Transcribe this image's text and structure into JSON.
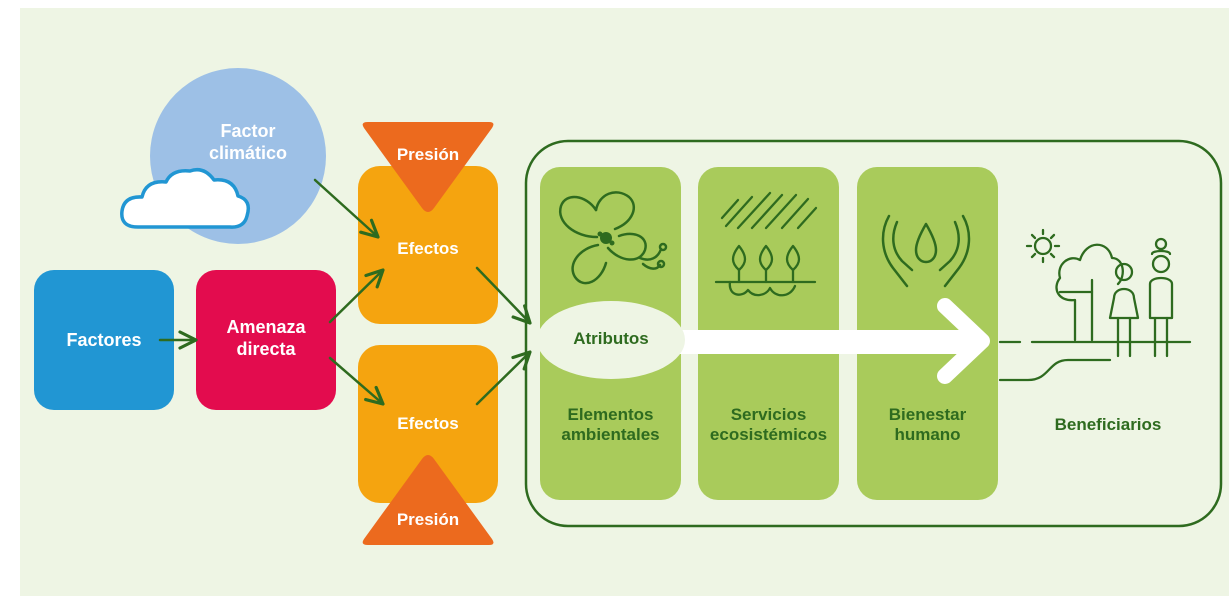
{
  "colors": {
    "background": "#eef5e4",
    "factores": "#2196d3",
    "amenaza": "#e30c4e",
    "efectos": "#f5a40f",
    "presion": "#ec6a1e",
    "climate_circle": "#9dc0e6",
    "cloud": "#2196d3",
    "service_box": "#a9cb5b",
    "outline_green": "#2e6b1f",
    "arrow_white": "#ffffff"
  },
  "nodes": {
    "factor_climatico": {
      "line1": "Factor",
      "line2": "climático"
    },
    "factores": {
      "label": "Factores"
    },
    "amenaza": {
      "line1": "Amenaza",
      "line2": "directa"
    },
    "efectos_top": {
      "label": "Efectos"
    },
    "efectos_bottom": {
      "label": "Efectos"
    },
    "presion_top": {
      "label": "Presión"
    },
    "presion_bottom": {
      "label": "Presión"
    },
    "atributos": {
      "label": "Atributos"
    },
    "elementos": {
      "line1": "Elementos",
      "line2": "ambientales",
      "icon": "flower-icon"
    },
    "servicios": {
      "line1": "Servicios",
      "line2": "ecosistémicos",
      "icon": "rain-plants-icon"
    },
    "bienestar": {
      "line1": "Bienestar",
      "line2": "humano",
      "icon": "hands-water-drop-icon"
    },
    "beneficiarios": {
      "label": "Beneficiarios",
      "icon": "family-park-icon"
    }
  }
}
